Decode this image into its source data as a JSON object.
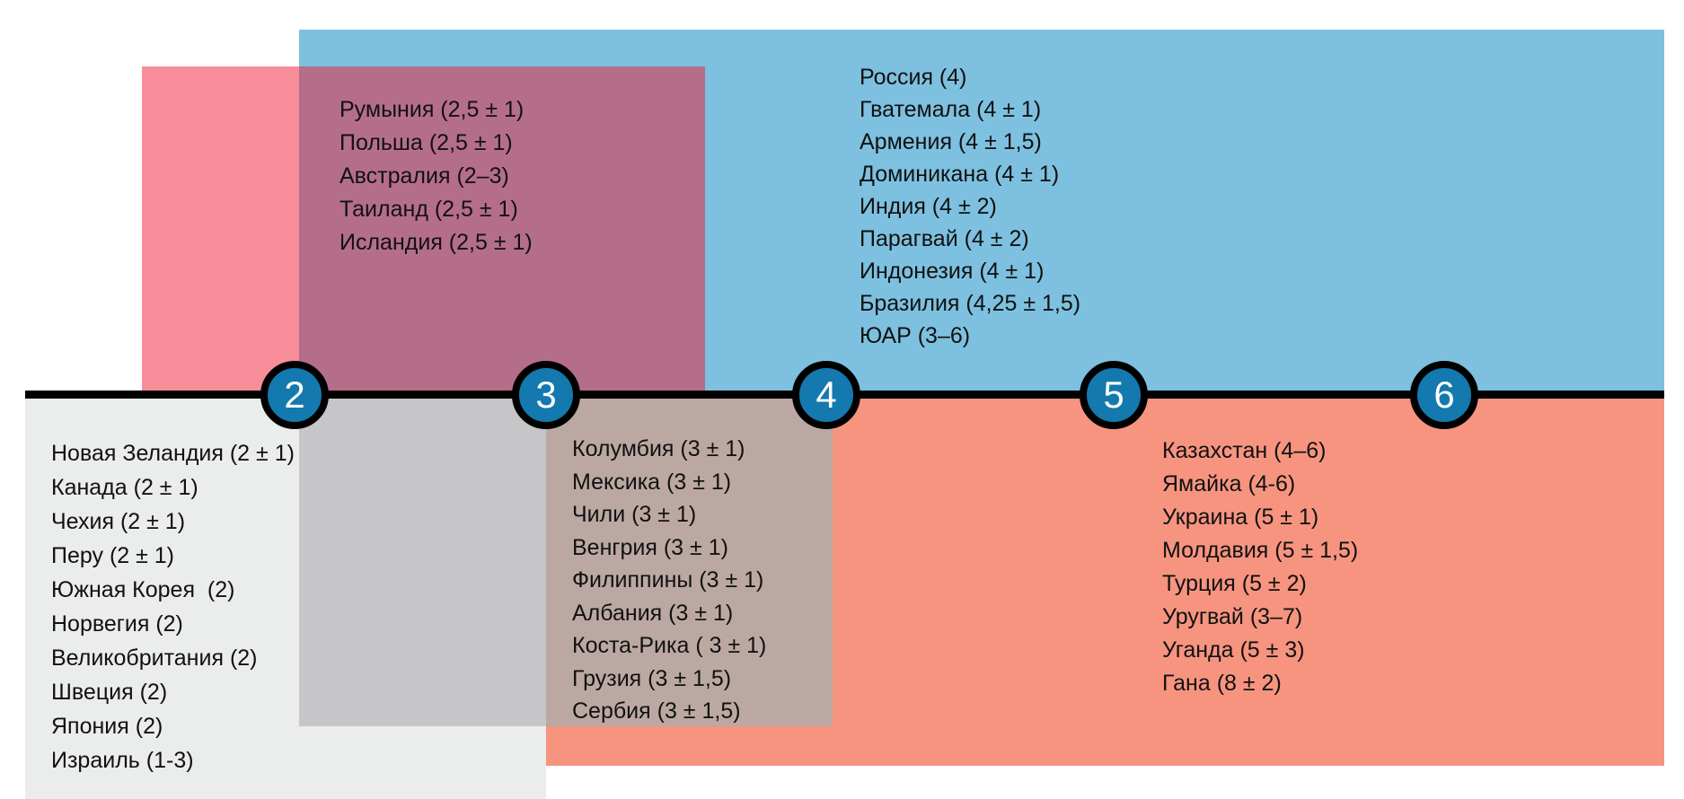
{
  "colors": {
    "pink_band": "#F78E99",
    "blue_band": "#7EC0DF",
    "purple_overlap": "#B56E89",
    "light_gray_band": "#EBECEC",
    "gray_overlap": "#C6C6C9",
    "brown_overlap": "#BCA8A3",
    "salmon_band": "#F69480",
    "axis_line": "#000000",
    "tick_circle_fill": "#1379AE",
    "tick_circle_text": "#FFFFFF",
    "text": "#111111"
  },
  "chart_data": {
    "type": "scatter",
    "title": "",
    "xlabel": "",
    "ylabel": "",
    "axis": {
      "min": 2,
      "max": 6,
      "ticks": [
        2,
        3,
        4,
        5,
        6
      ],
      "tick_labels": [
        "2",
        "3",
        "4",
        "5",
        "6"
      ],
      "orientation": "horizontal-number-line"
    },
    "legend": "none",
    "grid": false,
    "groups": [
      {
        "id": "top_mid",
        "band_color": "#B56E89",
        "side": "above-axis",
        "approx_target": 2.5,
        "labels": [
          "Румыния (2,5 ± 1)",
          "Польша (2,5 ± 1)",
          "Австралия (2–3)",
          "Таиланд (2,5 ± 1)",
          "Исландия (2,5 ± 1)"
        ],
        "countries": [
          {
            "name": "Румыния",
            "target": "2,5 ± 1"
          },
          {
            "name": "Польша",
            "target": "2,5 ± 1"
          },
          {
            "name": "Австралия",
            "target": "2–3"
          },
          {
            "name": "Таиланд",
            "target": "2,5 ± 1"
          },
          {
            "name": "Исландия",
            "target": "2,5 ± 1"
          }
        ]
      },
      {
        "id": "top_right",
        "band_color": "#7EC0DF",
        "side": "above-axis",
        "approx_target": 4,
        "labels": [
          "Россия (4)",
          "Гватемала (4 ± 1)",
          "Армения (4 ± 1,5)",
          "Доминикана (4 ± 1)",
          "Индия (4 ± 2)",
          "Парагвай (4 ± 2)",
          "Индонезия (4 ± 1)",
          "Бразилия (4,25 ± 1,5)",
          "ЮАР (3–6)"
        ],
        "countries": [
          {
            "name": "Россия",
            "target": "4"
          },
          {
            "name": "Гватемала",
            "target": "4 ± 1"
          },
          {
            "name": "Армения",
            "target": "4 ± 1,5"
          },
          {
            "name": "Доминикана",
            "target": "4 ± 1"
          },
          {
            "name": "Индия",
            "target": "4 ± 2"
          },
          {
            "name": "Парагвай",
            "target": "4 ± 2"
          },
          {
            "name": "Индонезия",
            "target": "4 ± 1"
          },
          {
            "name": "Бразилия",
            "target": "4,25 ± 1,5"
          },
          {
            "name": "ЮАР",
            "target": "3–6"
          }
        ]
      },
      {
        "id": "bottom_left",
        "band_color": "#EBECEC",
        "side": "below-axis",
        "approx_target": 2,
        "labels": [
          "Новая Зеландия (2 ± 1)",
          "Канада (2 ± 1)",
          "Чехия (2 ± 1)",
          "Перу (2 ± 1)",
          "Южная Корея  (2)",
          "Норвегия (2)",
          "Великобритания (2)",
          "Швеция (2)",
          "Япония (2)",
          "Израиль (1-3)"
        ],
        "countries": [
          {
            "name": "Новая Зеландия",
            "target": "2 ± 1"
          },
          {
            "name": "Канада",
            "target": "2 ± 1"
          },
          {
            "name": "Чехия",
            "target": "2 ± 1"
          },
          {
            "name": "Перу",
            "target": "2 ± 1"
          },
          {
            "name": "Южная Корея",
            "target": "2"
          },
          {
            "name": "Норвегия",
            "target": "2"
          },
          {
            "name": "Великобритания",
            "target": "2"
          },
          {
            "name": "Швеция",
            "target": "2"
          },
          {
            "name": "Япония",
            "target": "2"
          },
          {
            "name": "Израиль",
            "target": "1-3"
          }
        ]
      },
      {
        "id": "bottom_mid",
        "band_color": "#BCA8A3",
        "side": "below-axis",
        "approx_target": 3,
        "labels": [
          "Колумбия (3 ± 1)",
          "Мексика (3 ± 1)",
          "Чили (3 ± 1)",
          "Венгрия (3 ± 1)",
          "Филиппины (3 ± 1)",
          "Албания (3 ± 1)",
          "Коста-Рика ( 3 ± 1)",
          "Грузия (3 ± 1,5)",
          "Сербия (3 ± 1,5)"
        ],
        "countries": [
          {
            "name": "Колумбия",
            "target": "3 ± 1"
          },
          {
            "name": "Мексика",
            "target": "3 ± 1"
          },
          {
            "name": "Чили",
            "target": "3 ± 1"
          },
          {
            "name": "Венгрия",
            "target": "3 ± 1"
          },
          {
            "name": "Филиппины",
            "target": "3 ± 1"
          },
          {
            "name": "Албания",
            "target": "3 ± 1"
          },
          {
            "name": "Коста-Рика",
            "target": "3 ± 1"
          },
          {
            "name": "Грузия",
            "target": "3 ± 1,5"
          },
          {
            "name": "Сербия",
            "target": "3 ± 1,5"
          }
        ]
      },
      {
        "id": "bottom_right",
        "band_color": "#F69480",
        "side": "below-axis",
        "approx_target": 5,
        "labels": [
          "Казахстан (4–6)",
          "Ямайка (4-6)",
          "Украина (5 ± 1)",
          "Молдавия (5 ± 1,5)",
          "Турция (5 ± 2)",
          "Уругвай (3–7)",
          "Уганда (5 ± 3)",
          "Гана (8 ± 2)"
        ],
        "countries": [
          {
            "name": "Казахстан",
            "target": "4–6"
          },
          {
            "name": "Ямайка",
            "target": "4-6"
          },
          {
            "name": "Украина",
            "target": "5 ± 1"
          },
          {
            "name": "Молдавия",
            "target": "5 ± 1,5"
          },
          {
            "name": "Турция",
            "target": "5 ± 2"
          },
          {
            "name": "Уругвай",
            "target": "3–7"
          },
          {
            "name": "Уганда",
            "target": "5 ± 3"
          },
          {
            "name": "Гана",
            "target": "8 ± 2"
          }
        ]
      }
    ]
  }
}
